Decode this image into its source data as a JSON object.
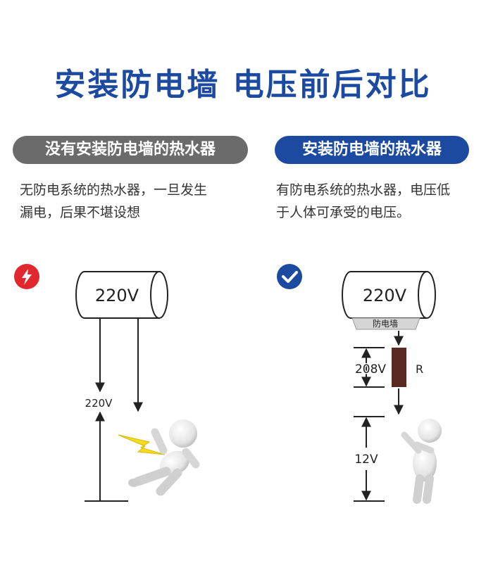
{
  "title": "安装防电墙  电压前后对比",
  "left": {
    "pill_label": "没有安装防电墙的热水器",
    "desc_line1": "无防电系统的热水器，一旦发生",
    "desc_line2": "漏电，后果不堪设想",
    "badge_icon": "lightning-icon",
    "heater_voltage": "220V",
    "leak_voltage": "220V"
  },
  "right": {
    "pill_label": "安装防电墙的热水器",
    "desc_line1": "有防电系统的热水器，电压低",
    "desc_line2": "于人体可承受的电压。",
    "badge_icon": "checkmark-icon",
    "heater_voltage": "220V",
    "wall_label": "防电墙",
    "drop_voltage": "208V",
    "resistor_label": "R",
    "body_voltage": "12V"
  },
  "colors": {
    "brand_blue": "#1b4aa0",
    "danger_red": "#e1282f",
    "gray_pill": "#6b6b6b",
    "resistor": "#5a2a22",
    "spark_yellow": "#f5dc1e"
  }
}
